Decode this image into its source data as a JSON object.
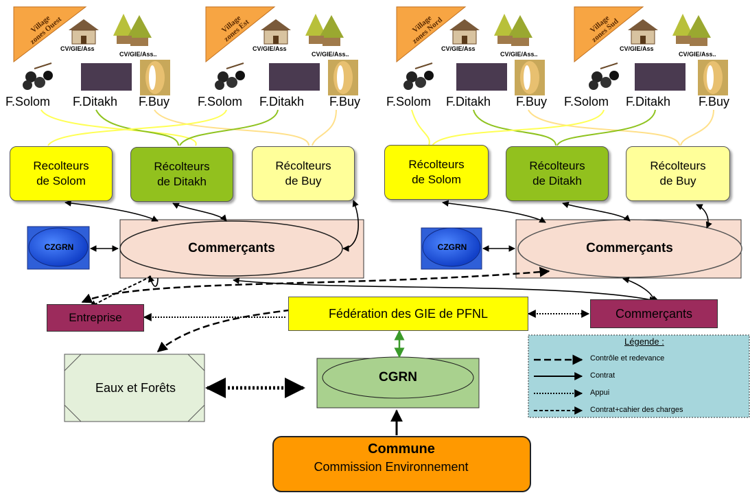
{
  "zones": [
    {
      "village": "Village",
      "zone": "zones Ouest",
      "cv1": "CV/GIE/Ass",
      "cv2": "CV/GIE/Ass..",
      "f1": "F.Solom",
      "f2": "F.Ditakh",
      "f3": "F.Buy"
    },
    {
      "village": "Village",
      "zone": "zones Est",
      "cv1": "CV/GIE/Ass",
      "cv2": "CV/GIE/Ass..",
      "f1": "F.Solom",
      "f2": "F.Ditakh",
      "f3": "F.Buy"
    },
    {
      "village": "Village",
      "zone": "zones Nord",
      "cv1": "CV/GIE/Ass",
      "cv2": "CV/GIE/Ass..",
      "f1": "F.Solom",
      "f2": "F.Ditakh",
      "f3": "F.Buy"
    },
    {
      "village": "Village",
      "zone": "zones Sud",
      "cv1": "CV/GIE/Ass",
      "cv2": "CV/GIE/Ass..",
      "f1": "F.Solom",
      "f2": "F.Ditakh",
      "f3": "F.Buy"
    }
  ],
  "left": {
    "solom": [
      "Recolteurs",
      "de Solom"
    ],
    "ditakh": [
      "Récolteurs",
      "de Ditakh"
    ],
    "buy": [
      "Récolteurs",
      "de Buy"
    ],
    "czgrn": "CZGRN",
    "commercants": "Commerçants"
  },
  "right": {
    "solom": [
      "Récolteurs",
      "de Solom"
    ],
    "ditakh": [
      "Récolteurs",
      "de Ditakh"
    ],
    "buy": [
      "Récolteurs",
      "de Buy"
    ],
    "czgrn": "CZGRN",
    "commercants": "Commerçants"
  },
  "federation": "Fédération des GIE de PFNL",
  "entreprise": "Entreprise",
  "commercants_ext": "Commerçants",
  "eaux_forets": "Eaux et Forêts",
  "cgrn": "CGRN",
  "commune": {
    "title": "Commune",
    "subtitle": "Commission Environnement"
  },
  "legend": {
    "title": "Légende :",
    "items": [
      "Contrôle et redevance",
      "Contrat",
      "Appui",
      "Contrat+cahier des charges"
    ]
  },
  "colors": {
    "solom": "#ffff00",
    "ditakh": "#92c11e",
    "buy": "#ffff99",
    "commercants_bg": "#f8ddd0",
    "czgrn": "#2f5fd8",
    "maroon": "#9c2b5c",
    "federation": "#ffff00",
    "cgrn": "#a9d18e",
    "commune": "#ff9900",
    "legend_bg": "#a6d6dc",
    "eaux": "#e4f0da",
    "village_tag": "#f7a543"
  }
}
